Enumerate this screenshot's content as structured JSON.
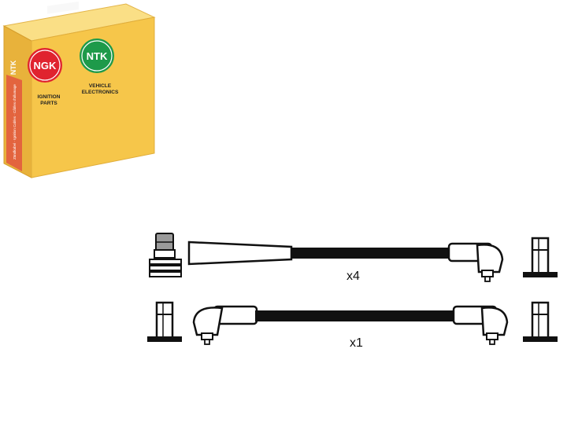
{
  "box": {
    "brand_left": "NGK",
    "brand_right": "NTK",
    "caption_left_line1": "IGNITION",
    "caption_left_line2": "PARTS",
    "caption_right_line1": "VEHICLE",
    "caption_right_line2": "ELECTRONICS",
    "side_mark": "NTK",
    "side_text": "Zündkabel · Ignition Cables · Câbles d'allumage",
    "colors": {
      "box_front": "#f6c64a",
      "box_top": "#fadf86",
      "box_side": "#e8b23b",
      "side_stripe": "#e2563f",
      "logo_red": "#e0232f",
      "logo_green": "#1e9a4a"
    }
  },
  "cables": {
    "top_row_quantity": "x4",
    "bottom_row_quantity": "x1",
    "colors": {
      "lead": "#111111",
      "outline": "#111111",
      "fill": "#ffffff",
      "spring_cap": "#9a9a9a"
    }
  }
}
